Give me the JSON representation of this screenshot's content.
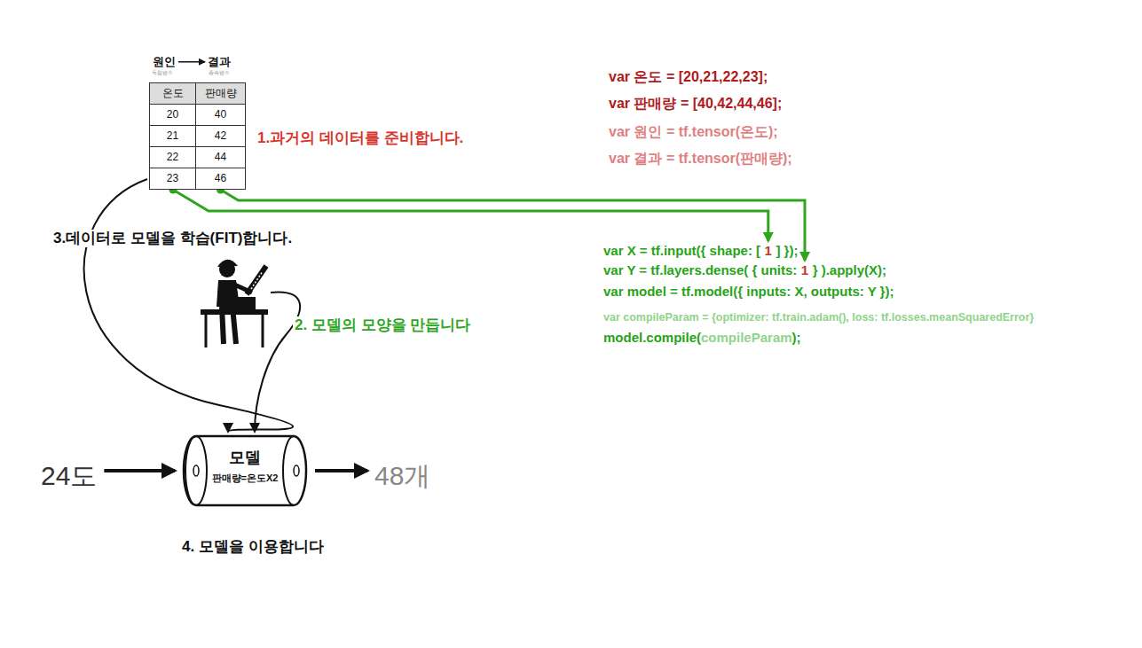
{
  "diagram": {
    "nodes": [
      {
        "text": [
          "온도",
          "판매량",
          "20",
          "40",
          "21",
          "42",
          "22",
          "44",
          "23",
          "46"
        ]
      },
      {
        "text": [
          "24도"
        ]
      },
      {
        "text": [
          "모델",
          "판매량=온도X2"
        ]
      },
      {
        "text": [
          "48개"
        ]
      }
    ],
    "edges": [
      {
        "from": 0,
        "to": 2,
        "arrow": "to"
      },
      {
        "from": 1,
        "to": 2,
        "arrow": "to"
      },
      {
        "from": 2,
        "to": 3,
        "arrow": "to"
      }
    ],
    "labels": [
      "원인",
      "결과",
      "독립변수",
      "종속변수",
      "1.과거의 데이터를 준비합니다.",
      "var 온도 = [20,21,22,23];",
      "var 판매량 = [40,42,44,46];",
      "var 원인 = tf.tensor(온도);",
      "var 결과 = tf.tensor(판매량);",
      "var X = tf.input({ shape: [",
      "1",
      "] });",
      "var Y = tf.layers.dense( { units:",
      "1",
      "} ).apply(X);",
      "var model = tf.model({ inputs: X, outputs: Y });",
      "var compileParam = {optimizer: tf.train.adam(), loss: tf.losses.meanSquaredError}",
      "model.compile(",
      "compileParam",
      ");",
      "3.데이터로 모델을 학습(FIT)합니다.",
      "2. 모델의 모양을 만듭니다",
      "4. 모델을 이용합니다"
    ]
  }
}
